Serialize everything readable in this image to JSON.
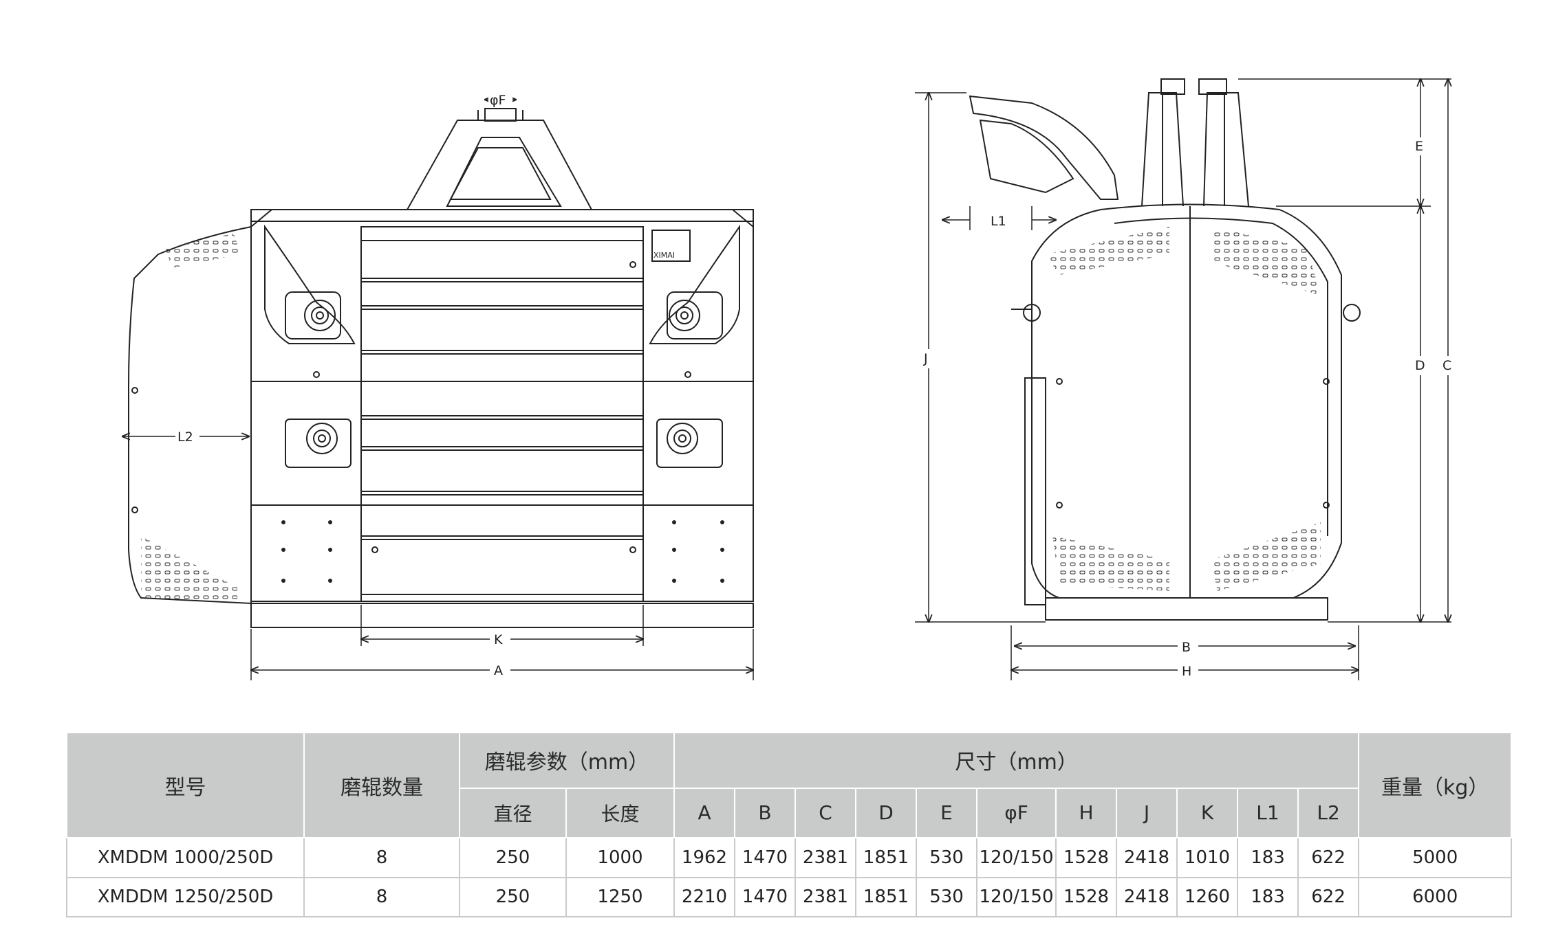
{
  "front_view": {
    "dims": {
      "phiF": "φF",
      "L2": "L2",
      "K": "K",
      "A": "A"
    },
    "logo": "XIMAI"
  },
  "side_view": {
    "dims": {
      "E": "E",
      "L1": "L1",
      "J": "J",
      "D": "D",
      "C": "C",
      "B": "B",
      "H": "H"
    }
  },
  "table": {
    "headers": {
      "model": "型号",
      "roller_count": "磨辊数量",
      "roller_params": "磨辊参数（mm）",
      "size": "尺寸（mm）",
      "weight": "重量（kg）",
      "diameter": "直径",
      "length": "长度",
      "dims": [
        "A",
        "B",
        "C",
        "D",
        "E",
        "φF",
        "H",
        "J",
        "K",
        "L1",
        "L2"
      ]
    },
    "rows": [
      {
        "model": "XMDDM 1000/250D",
        "roller_count": "8",
        "diameter": "250",
        "length": "1000",
        "dims": [
          "1962",
          "1470",
          "2381",
          "1851",
          "530",
          "120/150",
          "1528",
          "2418",
          "1010",
          "183",
          "622"
        ],
        "weight": "5000"
      },
      {
        "model": "XMDDM 1250/250D",
        "roller_count": "8",
        "diameter": "250",
        "length": "1250",
        "dims": [
          "2210",
          "1470",
          "2381",
          "1851",
          "530",
          "120/150",
          "1528",
          "2418",
          "1260",
          "183",
          "622"
        ],
        "weight": "6000"
      }
    ]
  }
}
